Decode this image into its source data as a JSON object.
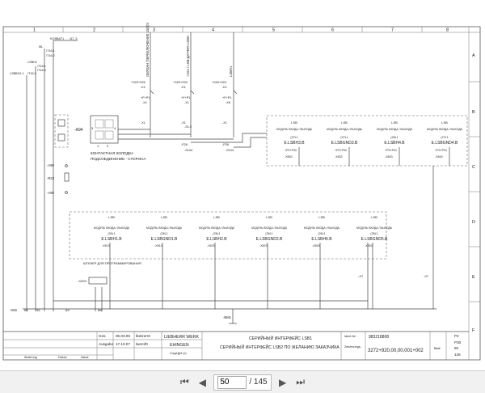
{
  "columns": [
    "1",
    "2",
    "3",
    "4",
    "5",
    "6",
    "7",
    "8"
  ],
  "rows": [
    "A",
    "B",
    "C",
    "D",
    "E",
    "F"
  ],
  "left_labels": {
    "a1": "KOSB4T1",
    "a2": "/47_3",
    "a3": "ML",
    "a4": "/T16.1",
    "a5": "/T16.2",
    "a6": "LSBH1",
    "a7": "/T16.1",
    "a8": "LSBBH1.1",
    "a9": "/T16.3",
    "a10": "/T16.2"
  },
  "top_supply": {
    "vert1": "ОБЯЗАН\nПЕРЕКЛЮЧЕНИЕ 15(0)V",
    "vert2": "+24V / LSB-ДАТЧИК LSBH",
    "vert3": "LSBH1",
    "s1": "+S20+S20",
    "s2": "+S20+S20",
    "s3": "+S20+S20",
    "k1": "-K1",
    "k2": "-K1",
    "k3": "-K1",
    "kfp1": "+F+P1",
    "kfp2": "+F+P1",
    "kfp3": "+F+P1",
    "kx1": "-X1",
    "kx2": "-X1",
    "kx3": "-X8"
  },
  "contactor": {
    "a94": "-A94",
    "n1": "1",
    "n2": "2",
    "n3": "3",
    "n4": "4",
    "caption1": "КОНТАКТНАЯ КОЛОДКА",
    "caption2": "ПОДСОЕДИНЕНИЕ - СТОРОНА"
  },
  "mid_left": {
    "a90a": "-A90",
    "r22": "-R22",
    "a90b": "-A90"
  },
  "mid_switches": {
    "x1a": "-X1",
    "x1b": "-X1",
    "x1c": "-X1",
    "p2a": "-P26",
    "p2b": "-P26",
    "s104a": "-S104",
    "s104b": "-S104",
    "s8": "-S1:2"
  },
  "upper_modules": [
    {
      "lsb": "LSB",
      "title": "МОДУЛЬ ВХОДА / ВЫХОДА",
      "code": "(27L1",
      "name": "E.LSBH3.B",
      "pin": "+P3+P32",
      "x": "-X652"
    },
    {
      "lsb": "LSB",
      "title": "МОДУЛЬ ВХОДА / ВЫХОДА",
      "code": "(27L1",
      "name": "E.LSBGND3.B",
      "pin": "+P3+P32",
      "x": "-X633"
    },
    {
      "lsb": "LSB",
      "title": "МОДУЛЬ ВХОДА / ВЫХОДА",
      "code": "(26L1",
      "name": "E.LSBH4.B",
      "pin": "+P3+P31",
      "x": "-X643"
    },
    {
      "lsb": "LSB",
      "title": "МОДУЛЬ ВХОДА / ВЫХОДА",
      "code": "(27L1",
      "name": "E.LSBGND4.B",
      "pin": "+P3+P31",
      "x": "-X643"
    }
  ],
  "lower_modules": [
    {
      "lsb": "LSB",
      "title": "МОДУЛЬ ВХОДА / ВЫХОДА",
      "code": "(26L1",
      "name": "E.LSBH1.B",
      "x": "-X613"
    },
    {
      "lsb": "LSB",
      "title": "МОДУЛЬ ВХОДА / ВЫХОДА",
      "code": "(26L1",
      "name": "E.LSBGND1.B",
      "x": "-X613"
    },
    {
      "lsb": "LSB",
      "title": "МОДУЛЬ ВХОДА / ВЫХОДА",
      "code": "(26L1",
      "name": "E.LSBH2.B",
      "x": "-X623"
    },
    {
      "lsb": "LSB",
      "title": "МОДУЛЬ ВХОДА / ВЫХОДА",
      "code": "(26L1",
      "name": "E.LSBGND2.B",
      "x": "-X623"
    },
    {
      "lsb": "LSB",
      "title": "МОДУЛЬ ВХОДА / ВЫХОДА",
      "code": "(26L1",
      "name": "E.LSBH5.B",
      "x": "-X653"
    },
    {
      "lsb": "LSB",
      "title": "МОДУЛЬ ВХОДА / ВЫХОДА",
      "code": "(26L1",
      "name": "E.LSBGND5.B",
      "x": "-X653"
    }
  ],
  "programming": {
    "title": "ШТЕКЕР ДЛЯ ПРОГРАММИРОВАНИЯ",
    "x": "-X209"
  },
  "right_x": {
    "x7a": "-X7",
    "x7b": "-X7"
  },
  "bottom_bus": {
    "x50": "-X50",
    "b1": "51",
    "b2": "52",
    "b3": "53",
    "b4": "55",
    "bm": "-BM1"
  },
  "title_block": {
    "ges": "Ges.",
    "ausgabe": "Ausgabe",
    "date1": "06.03.05",
    "name1": "lbetzerr0",
    "date2": "17.10.07",
    "name2": "lwerof0",
    "company1": "LIEBHERR WERK",
    "company2": "EHINGEN",
    "copyright": "Copyright (c)",
    "desc1": "СЕРИЙНЫЙ ИНТЕРФЕЙС LSB1",
    "desc2": "СЕРИЙНЫЙ ИНТЕРФЕЙС LSB2 ПО ЖЕЛАНИЮ ЗАКАЗЧИКА",
    "ident_label": "Ident-Nr.",
    "ident": "983218808",
    "zeich_label": "Zeichnungs-",
    "zeich": "3272+920,00,00,001+002",
    "p1": "P2",
    "p2": "P30",
    "blatt_label": "Blatt",
    "blatt": "50",
    "von": "145",
    "cells": [
      "Änderung",
      "Datum",
      "Name"
    ]
  },
  "toolbar": {
    "page_current": "50",
    "page_total": "/ 145",
    "icons": [
      "first-page-icon",
      "prev-page-icon",
      "next-page-icon",
      "last-page-icon"
    ]
  }
}
